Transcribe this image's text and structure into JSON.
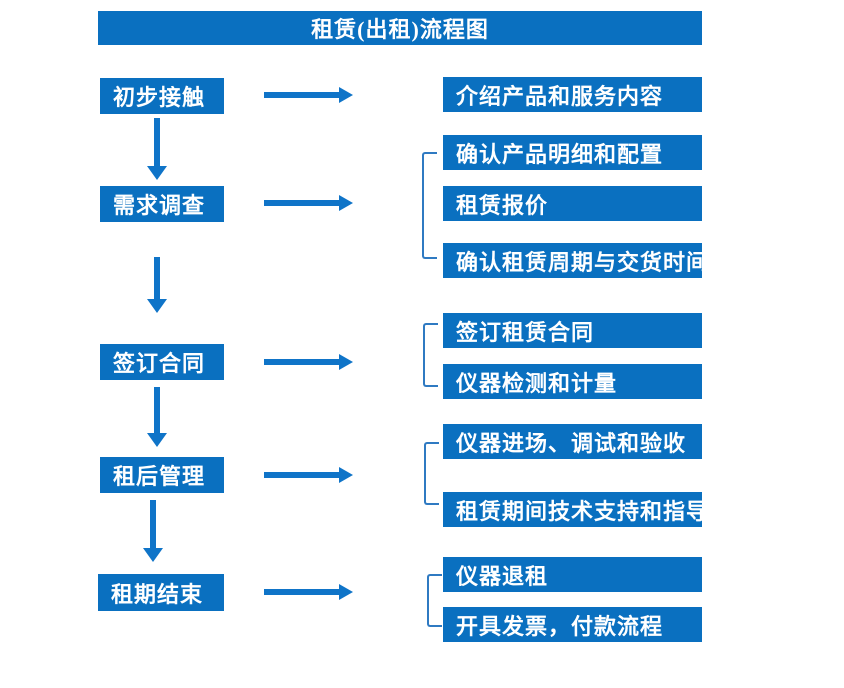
{
  "title": "租赁(出租)流程图",
  "colors": {
    "box_blue": "#0a70c0",
    "arrow_blue": "#0f74c8",
    "bracket_blue": "#2f7ac2",
    "text_color": "#ffffff",
    "background": "#ffffff"
  },
  "steps": [
    {
      "label": "初步接触",
      "details": [
        "介绍产品和服务内容"
      ]
    },
    {
      "label": "需求调查",
      "details": [
        "确认产品明细和配置",
        "租赁报价",
        "确认租赁周期与交货时间"
      ]
    },
    {
      "label": "签订合同",
      "details": [
        "签订租赁合同",
        "仪器检测和计量"
      ]
    },
    {
      "label": "租后管理",
      "details": [
        "仪器进场、调试和验收",
        "租赁期间技术支持和指导"
      ]
    },
    {
      "label": "租期结束",
      "details": [
        "仪器退租",
        "开具发票，付款流程"
      ]
    }
  ]
}
